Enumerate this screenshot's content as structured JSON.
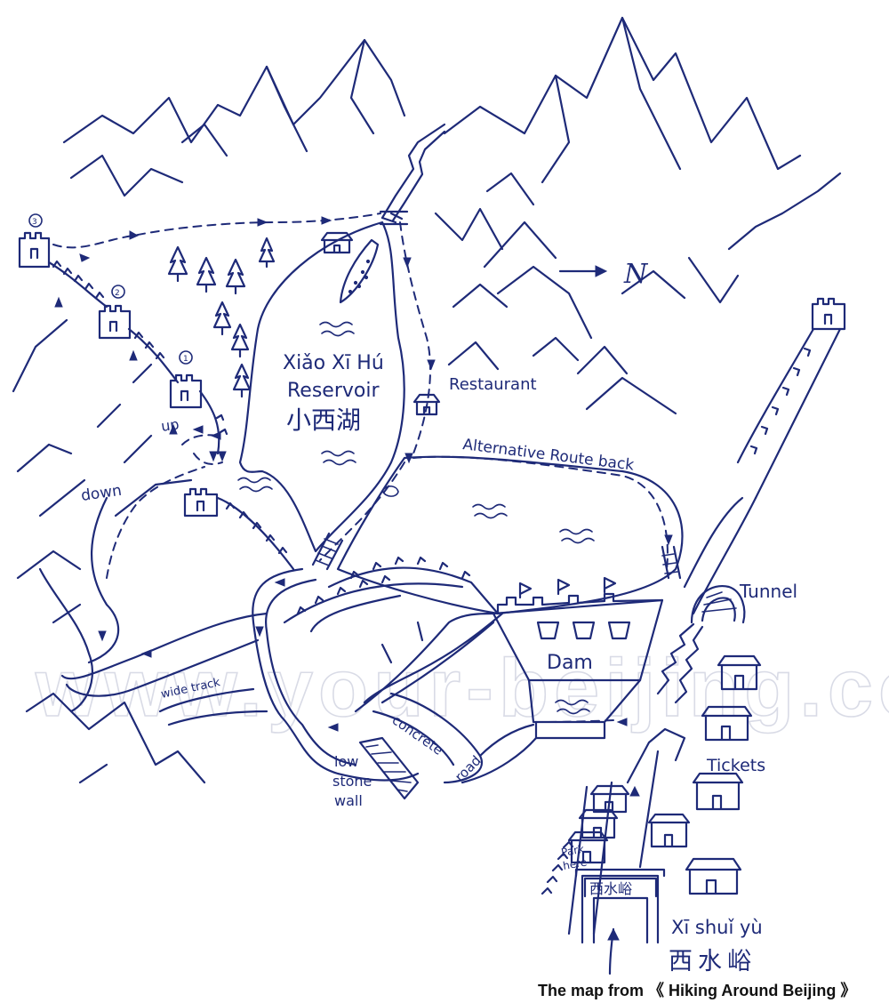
{
  "labels": {
    "reservoir_pinyin": "Xiǎo Xī Hú",
    "reservoir_en": "Reservoir",
    "reservoir_cn": "小西湖",
    "restaurant": "Restaurant",
    "alt_route": "Alternative Route back",
    "north": "N",
    "tunnel": "Tunnel",
    "dam": "Dam",
    "tickets": "Tickets",
    "park_here_1": "Park",
    "park_here_2": "here",
    "up": "up",
    "down": "down",
    "wide_track": "wide track",
    "concrete": "concrete",
    "road": "road",
    "low_stone_wall_1": "low",
    "low_stone_wall_2": "stone",
    "low_stone_wall_3": "wall",
    "village_pinyin": "Xī shuǐ yù",
    "village_cn": "西水峪",
    "gate_sign": "西水峪",
    "tower_3": "3",
    "tower_2": "2",
    "tower_1": "1"
  },
  "watermark": "www.your-beijing.com",
  "credit": "The map from 《 Hiking Around Beijing 》",
  "colors": {
    "ink": "#1e2a78",
    "watermark": "#d9dbe6",
    "paper": "#ffffff"
  },
  "icons": [
    "north-arrow-icon",
    "watchtower-icon",
    "pine-tree-icon",
    "house-icon",
    "water-ripple-icon",
    "tunnel-icon"
  ]
}
